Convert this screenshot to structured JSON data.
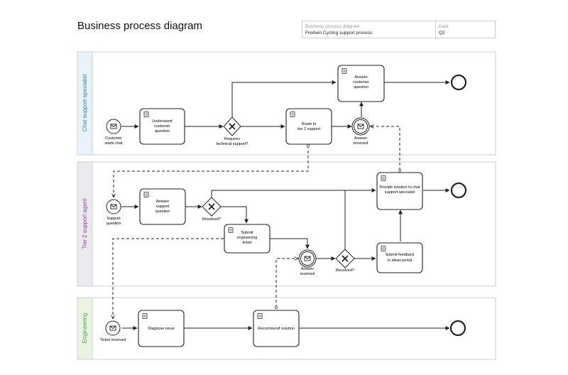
{
  "title": "Business process diagram",
  "info": {
    "label_1": "Business process diagram",
    "value_1": "Fredwin Cycling support process",
    "label_2": "Date",
    "value_2": "Q2"
  },
  "lanes": [
    {
      "name": "Chat support specialist",
      "color": "#2d7fb8",
      "fill": "#e8f3fb"
    },
    {
      "name": "Tier 2 support agent",
      "color": "#7b4aa6",
      "fill": "#ece9ef"
    },
    {
      "name": "Engineering",
      "color": "#4f9a3a",
      "fill": "#eaf4e3"
    }
  ],
  "tasks": {
    "understand": [
      "Understand",
      "customer",
      "question"
    ],
    "route": [
      "Route to",
      "tier 2 support"
    ],
    "answer_customer": [
      "Answer",
      "customer",
      "question"
    ],
    "answer_support": [
      "Answer",
      "support",
      "question"
    ],
    "provide_solution": [
      "Provide solution to chat",
      "support specialist"
    ],
    "submit_ticket": [
      "Submit",
      "engineering",
      "ticket"
    ],
    "submit_feedback": [
      "Submit feedback",
      "in ideas portal"
    ],
    "diagnose": [
      "Diagnose issue"
    ],
    "recommend": [
      "Recommend solution"
    ]
  },
  "events": {
    "customer_starts_chat": [
      "Customer",
      "starts chat"
    ],
    "answer_received_1": [
      "Answer",
      "received"
    ],
    "support_question": [
      "Support",
      "question"
    ],
    "answer_received_2": [
      "Answer",
      "received"
    ],
    "ticket_received": [
      "Ticket received"
    ]
  },
  "gateways": {
    "requires_technical": [
      "Requires",
      "technical support?"
    ],
    "resolved_1": [
      "Resolved?"
    ],
    "resolved_2": [
      "Resolved?"
    ]
  }
}
